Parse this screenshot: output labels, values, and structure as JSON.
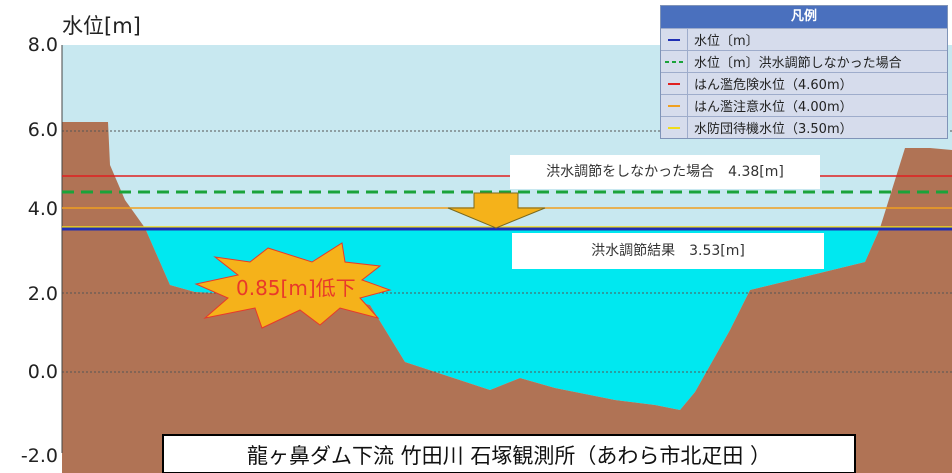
{
  "axis": {
    "ylabel": "水位[m]",
    "ticks": [
      "8.0",
      "6.0",
      "4.0",
      "2.0",
      "0.0",
      "-2.0"
    ]
  },
  "legend": {
    "title": "凡例",
    "items": [
      {
        "label": "水位〔m〕",
        "color": "#1f2fb4",
        "style": "solid"
      },
      {
        "label": "水位〔m〕洪水調節しなかった場合",
        "color": "#1aa33a",
        "style": "dashed"
      },
      {
        "label": "はん濫危険水位（4.60m）",
        "color": "#e02020",
        "style": "solid"
      },
      {
        "label": "はん濫注意水位（4.00m）",
        "color": "#f0a020",
        "style": "solid"
      },
      {
        "label": "水防団待機水位（3.50m）",
        "color": "#f0dc1a",
        "style": "solid"
      }
    ]
  },
  "levels": {
    "danger": 4.6,
    "caution": 4.0,
    "standby": 3.5,
    "without_control": 4.38,
    "actual": 3.53
  },
  "annotations": {
    "without_control": "洪水調節をしなかった場合　4.38[m]",
    "actual": "洪水調節結果　3.53[m]",
    "reduction": "0.85[m]低下"
  },
  "station": "龍ヶ鼻ダム下流 竹田川 石塚観測所（あわら市北疋田 ）",
  "colors": {
    "sky": "#c8e8f0",
    "water": "#00e8f0",
    "ground": "#b07355",
    "arrow": "#f5b21a",
    "burst": "#f5b21a"
  }
}
